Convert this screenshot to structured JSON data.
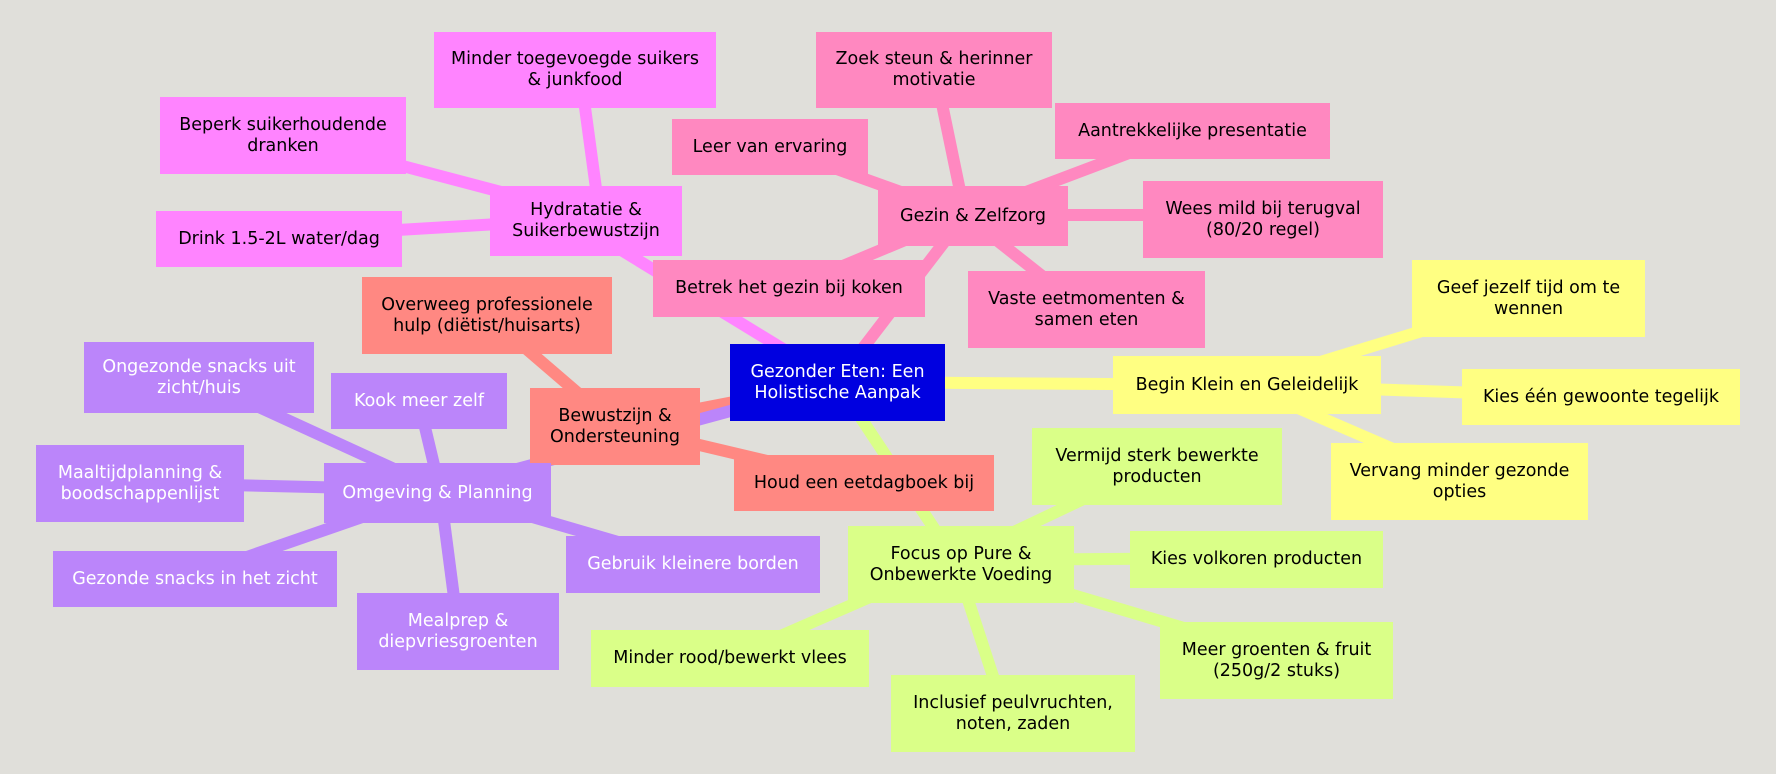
{
  "mindmap": {
    "root": "Gezonder Eten: Een Holistische Aanpak",
    "branches": {
      "hydratatie": {
        "label": "Hydratatie & Suikerbewustzijn",
        "items": [
          "Minder toegevoegde suikers & junkfood",
          "Beperk suikerhoudende dranken",
          "Drink 1.5-2L water/dag"
        ]
      },
      "gezin": {
        "label": "Gezin & Zelfzorg",
        "items": [
          "Zoek steun & herinner motivatie",
          "Leer van ervaring",
          "Aantrekkelijke presentatie",
          "Wees mild bij terugval (80/20 regel)",
          "Vaste eetmomenten & samen eten",
          "Betrek het gezin bij koken"
        ]
      },
      "bewustzijn": {
        "label": "Bewustzijn & Ondersteuning",
        "items": [
          "Overweeg professionele hulp (diëtist/huisarts)",
          "Houd een eetdagboek bij"
        ]
      },
      "omgeving": {
        "label": "Omgeving & Planning",
        "items": [
          "Ongezonde snacks uit zicht/huis",
          "Kook meer zelf",
          "Maaltijdplanning & boodschappenlijst",
          "Gezonde snacks in het zicht",
          "Mealprep & diepvriesgroenten",
          "Gebruik kleinere borden"
        ]
      },
      "begin": {
        "label": "Begin Klein en Geleidelijk",
        "items": [
          "Geef jezelf tijd om te wennen",
          "Kies één gewoonte tegelijk",
          "Vervang minder gezonde opties"
        ]
      },
      "focus": {
        "label": "Focus op Pure & Onbewerkte Voeding",
        "items": [
          "Vermijd sterk bewerkte producten",
          "Kies volkoren producten",
          "Meer groenten & fruit (250g/2 stuks)",
          "Inclusief peulvruchten, noten, zaden",
          "Minder rood/bewerkt vlees"
        ]
      }
    }
  },
  "colors": {
    "background": "#e0dfda",
    "root": "#0000e0",
    "hydratatie": "#ff84ff",
    "gezin": "#ff88c0",
    "bewustzijn": "#ff8882",
    "omgeving": "#bb85fa",
    "begin": "#ffff82",
    "focus": "#daff88"
  }
}
